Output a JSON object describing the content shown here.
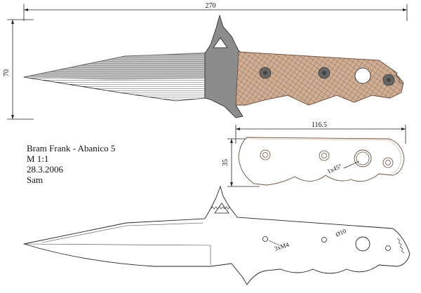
{
  "title_block": {
    "line1": "Bram Frank - Abanico 5",
    "line2": "M 1:1",
    "line3": "28.3.2006",
    "line4": "Sam"
  },
  "dimensions": {
    "overall_length": "270",
    "overall_height": "70",
    "handle_length": "116.5",
    "handle_height": "35",
    "chamfer": "1x45°",
    "hole_diameter": "Ø10",
    "screws": "3xM4"
  },
  "colors": {
    "handle_fill": "#c8a48a",
    "blade_fill": "#9a9a9a",
    "outline": "#222222"
  }
}
